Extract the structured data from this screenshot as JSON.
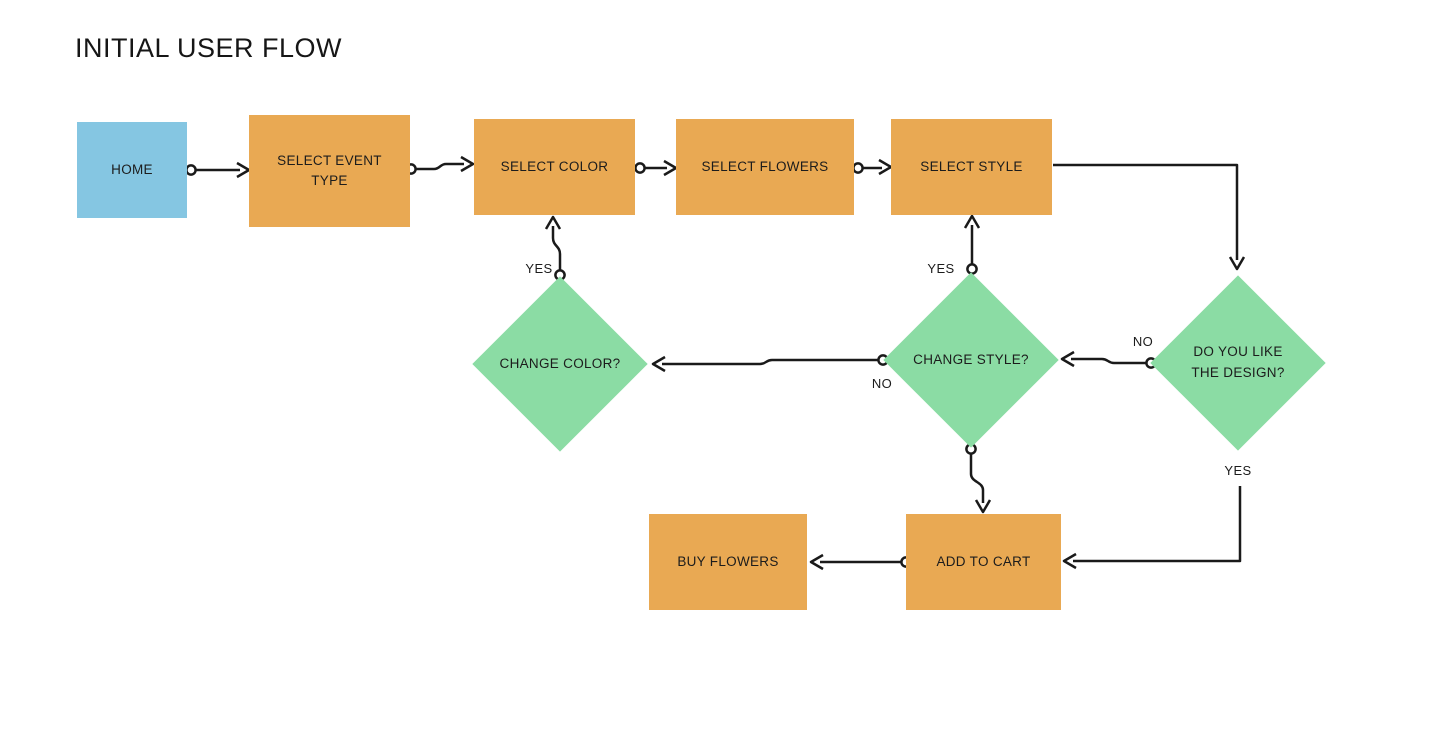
{
  "title": "INITIAL USER FLOW",
  "colors": {
    "process_fill": "#E9A953",
    "start_fill": "#85C6E2",
    "decision_fill": "#8BDCA4",
    "line": "#1A1A1A"
  },
  "nodes": {
    "home": {
      "label": "HOME",
      "type": "start"
    },
    "select_event_type": {
      "label": "SELECT EVENT TYPE",
      "type": "process"
    },
    "select_color": {
      "label": "SELECT COLOR",
      "type": "process"
    },
    "select_flowers": {
      "label": "SELECT FLOWERS",
      "type": "process"
    },
    "select_style": {
      "label": "SELECT STYLE",
      "type": "process"
    },
    "do_you_like": {
      "label": "DO YOU LIKE THE DESIGN?",
      "type": "decision"
    },
    "change_style": {
      "label": "CHANGE STYLE?",
      "type": "decision"
    },
    "change_color": {
      "label": "CHANGE COLOR?",
      "type": "decision"
    },
    "add_to_cart": {
      "label": "ADD TO CART",
      "type": "process"
    },
    "buy_flowers": {
      "label": "BUY FLOWERS",
      "type": "process"
    }
  },
  "edges": [
    {
      "from": "HOME",
      "to": "SELECT EVENT TYPE",
      "label": ""
    },
    {
      "from": "SELECT EVENT TYPE",
      "to": "SELECT COLOR",
      "label": ""
    },
    {
      "from": "SELECT COLOR",
      "to": "SELECT FLOWERS",
      "label": ""
    },
    {
      "from": "SELECT FLOWERS",
      "to": "SELECT STYLE",
      "label": ""
    },
    {
      "from": "SELECT STYLE",
      "to": "DO YOU LIKE THE DESIGN?",
      "label": ""
    },
    {
      "from": "DO YOU LIKE THE DESIGN?",
      "to": "CHANGE STYLE?",
      "label": "NO"
    },
    {
      "from": "DO YOU LIKE THE DESIGN?",
      "to": "ADD TO CART",
      "label": "YES"
    },
    {
      "from": "CHANGE STYLE?",
      "to": "SELECT STYLE",
      "label": "YES"
    },
    {
      "from": "CHANGE STYLE?",
      "to": "CHANGE COLOR?",
      "label": "NO"
    },
    {
      "from": "CHANGE STYLE?",
      "to": "ADD TO CART",
      "label": ""
    },
    {
      "from": "CHANGE COLOR?",
      "to": "SELECT COLOR",
      "label": "YES"
    },
    {
      "from": "ADD TO CART",
      "to": "BUY FLOWERS",
      "label": ""
    }
  ]
}
